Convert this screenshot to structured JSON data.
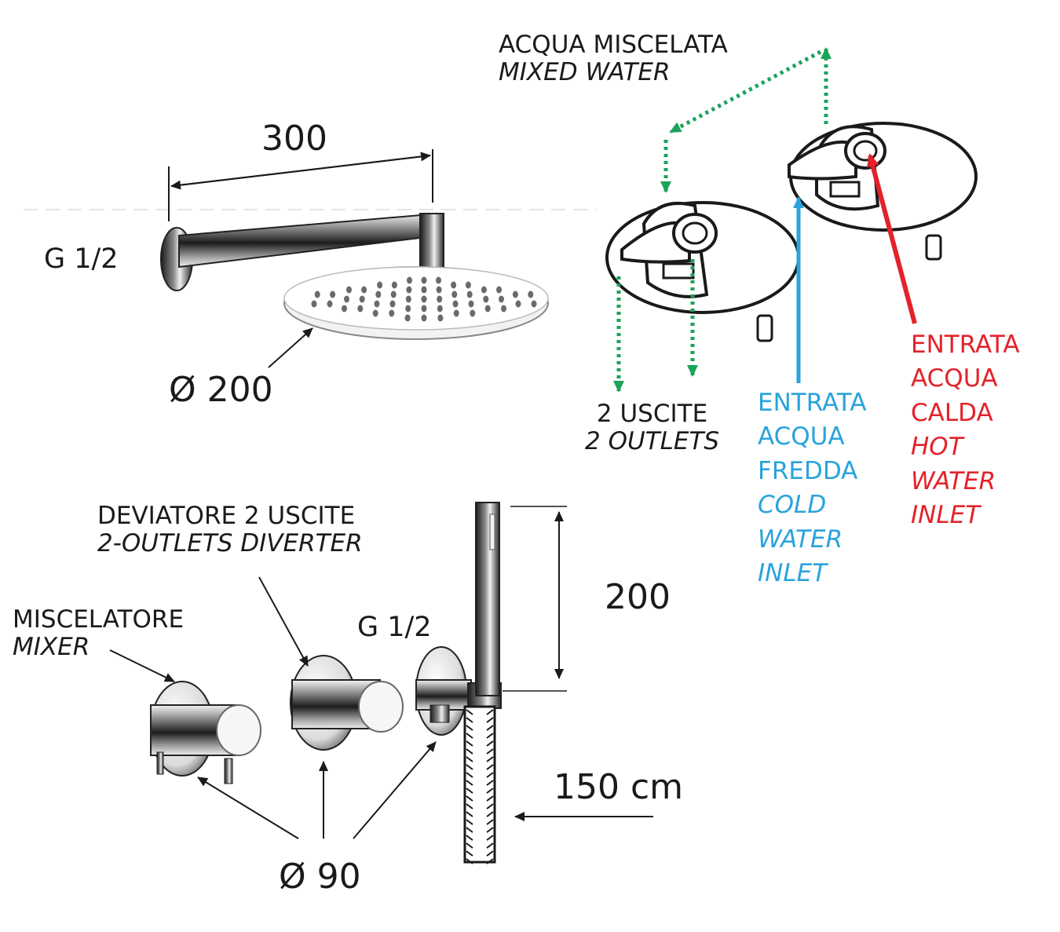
{
  "colors": {
    "ink": "#1a1a1a",
    "mixed_water": "#1aa35a",
    "cold_water": "#29a3dc",
    "hot_water": "#e3222a"
  },
  "shower_head": {
    "arm_length": "300",
    "wall_thread": "G 1/2",
    "diameter": "Ø 200"
  },
  "mixed_water": {
    "line1": "ACQUA MISCELATA",
    "line2": "MIXED WATER"
  },
  "outlets": {
    "line1": "2 USCITE",
    "line2": "2 OUTLETS"
  },
  "cold_inlet": {
    "line1": "ENTRATA",
    "line2": "ACQUA",
    "line3": "FREDDA",
    "line4": "COLD",
    "line5": "WATER",
    "line6": "INLET"
  },
  "hot_inlet": {
    "line1": "ENTRATA",
    "line2": "ACQUA",
    "line3": "CALDA",
    "line4": "HOT",
    "line5": "WATER",
    "line6": "INLET"
  },
  "diverter": {
    "line1": "DEVIATORE 2 USCITE",
    "line2": "2-OUTLETS  DIVERTER"
  },
  "mixer": {
    "line1": "MISCELATORE",
    "line2": "MIXER"
  },
  "hand_shower": {
    "thread": "G 1/2",
    "length": "200",
    "hose_length": "150 cm"
  },
  "plates": {
    "diameter": "Ø 90"
  }
}
